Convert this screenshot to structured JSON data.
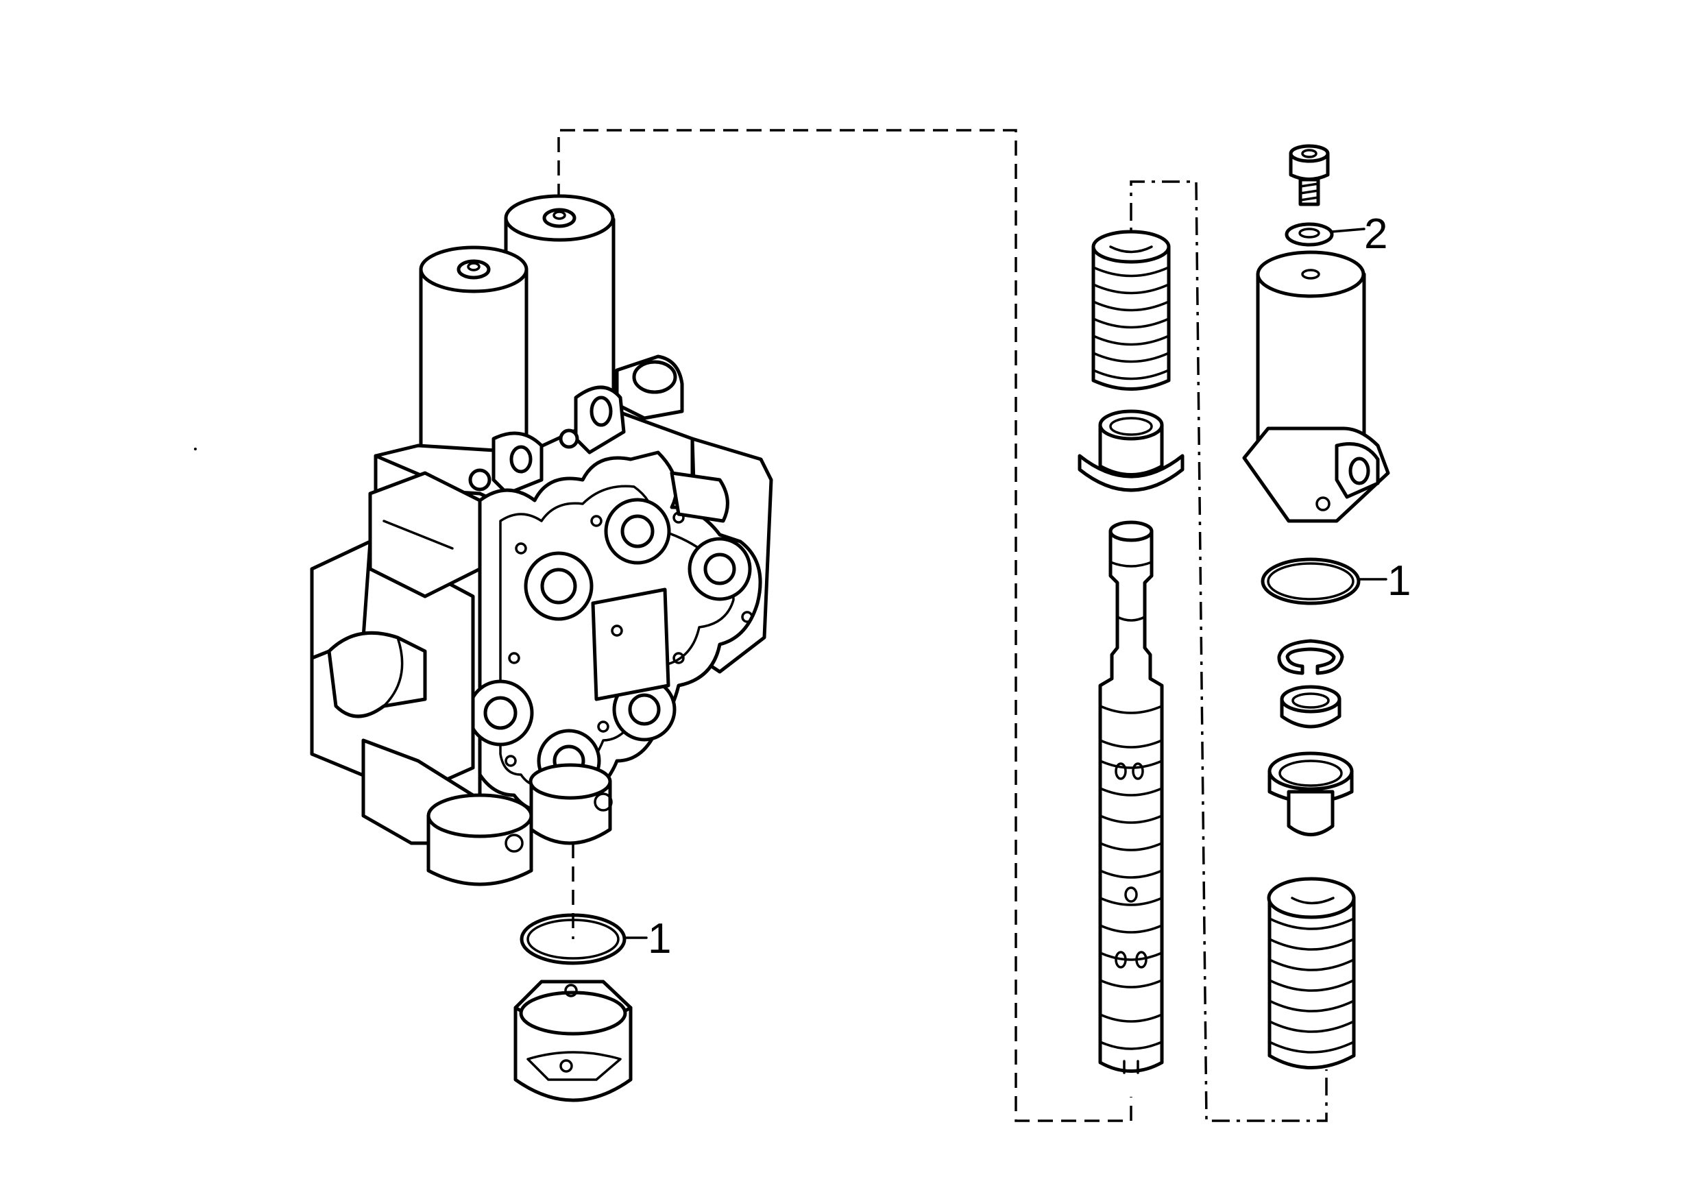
{
  "diagram": {
    "callouts": [
      {
        "id": "o-ring-lower",
        "label": "1"
      },
      {
        "id": "o-ring-right",
        "label": "1"
      },
      {
        "id": "washer-right",
        "label": "2"
      }
    ]
  }
}
